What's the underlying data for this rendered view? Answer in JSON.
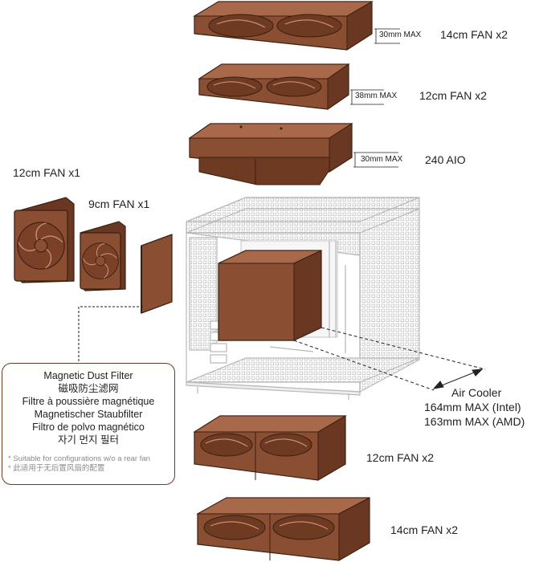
{
  "labels": {
    "top_fan_14": "14cm FAN x2",
    "top_fan_12": "12cm FAN x2",
    "aio": "240 AIO",
    "side_fan_12": "12cm FAN x1",
    "side_fan_9": "9cm FAN x1",
    "bottom_fan_12": "12cm FAN x2",
    "bottom_fan_14": "14cm FAN x2"
  },
  "clearances": {
    "fan14": "30mm MAX",
    "fan12": "38mm MAX",
    "aio": "30mm MAX"
  },
  "air_cooler": {
    "title": "Air Cooler",
    "intel": "164mm MAX (Intel)",
    "amd": "163mm MAX (AMD)"
  },
  "dust_filter": {
    "en": "Magnetic Dust Filter",
    "zh": "磁吸防尘滤网",
    "fr": "Filtre à poussière magnétique",
    "de": "Magnetischer Staubfilter",
    "es": "Filtro de polvo magnético",
    "ko": "자기 먼지 필터",
    "note_en": "* Suitable for configurations w/o a rear fan",
    "note_zh": "* 此适用于无后置风扇的配置"
  },
  "colors": {
    "fan_brown": "#8a4f33",
    "fan_dark": "#5e321d",
    "fan_light": "#a8684a",
    "outline": "#3a1e10",
    "case_line": "#b8b8b8"
  }
}
